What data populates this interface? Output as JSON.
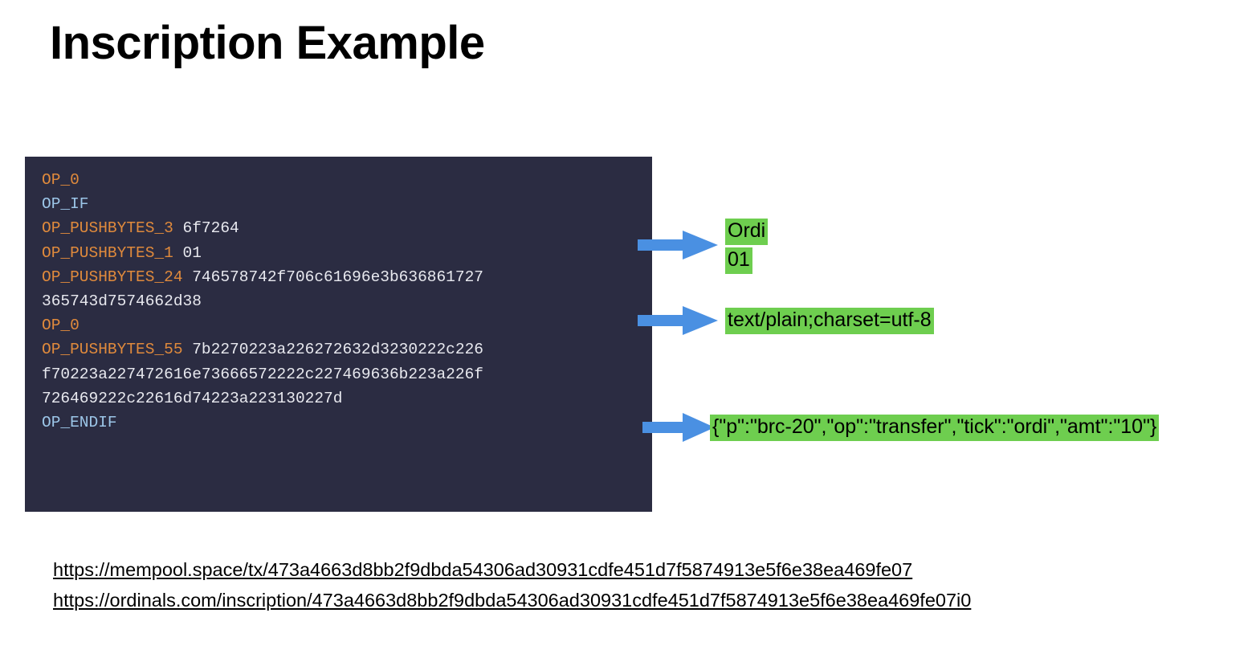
{
  "slide": {
    "title": "Inscription Example"
  },
  "code_block": {
    "background_color": "#2b2c42",
    "opcode_color": "#e08a3c",
    "flow_opcode_color": "#9cc6e8",
    "data_color": "#e8e9ef",
    "lines": [
      {
        "op": "OP_0",
        "op_style": "orange",
        "data": ""
      },
      {
        "op": "OP_IF",
        "op_style": "blue",
        "data": ""
      },
      {
        "op": "OP_PUSHBYTES_3",
        "op_style": "orange",
        "data": "6f7264"
      },
      {
        "op": "OP_PUSHBYTES_1",
        "op_style": "orange",
        "data": "01"
      },
      {
        "op": "OP_PUSHBYTES_24",
        "op_style": "orange",
        "data": "746578742f706c61696e3b636861727"
      },
      {
        "op": "",
        "op_style": "none",
        "data": "365743d7574662d38"
      },
      {
        "op": "OP_0",
        "op_style": "orange",
        "data": ""
      },
      {
        "op": "OP_PUSHBYTES_55",
        "op_style": "orange",
        "data": "7b2270223a226272632d3230222c226"
      },
      {
        "op": "",
        "op_style": "none",
        "data": "f70223a227472616e73666572222c227469636b223a226f"
      },
      {
        "op": "",
        "op_style": "none",
        "data": "726469222c22616d74223a223130227d"
      },
      {
        "op": "OP_ENDIF",
        "op_style": "blue",
        "data": ""
      }
    ]
  },
  "callouts": {
    "highlight_color": "#6ece4f",
    "arrow_color": "#4a90e2",
    "ordi": "Ordi",
    "one": "01",
    "mime": "text/plain;charset=utf-8",
    "payload": "{\"p\":\"brc-20\",\"op\":\"transfer\",\"tick\":\"ordi\",\"amt\":\"10\"}"
  },
  "links": [
    "https://mempool.space/tx/473a4663d8bb2f9dbda54306ad30931cdfe451d7f5874913e5f6e38ea469fe07",
    "https://ordinals.com/inscription/473a4663d8bb2f9dbda54306ad30931cdfe451d7f5874913e5f6e38ea469fe07i0"
  ]
}
